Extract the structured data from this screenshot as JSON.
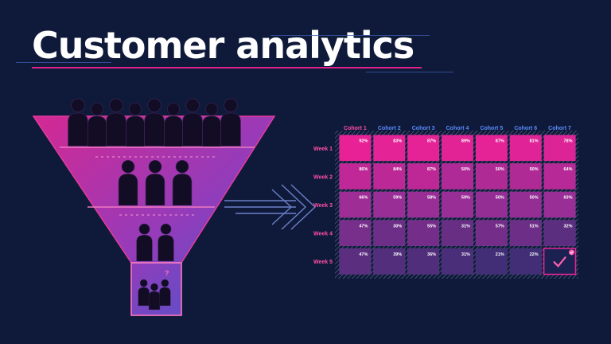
{
  "title": "Customer analytics",
  "colors": {
    "background": "#0f1a3a",
    "accent_pink": "#e8259a",
    "accent_blue": "#4f6ee0",
    "cohort_label": "#ff4fa6",
    "week_label": "#ff4fa6",
    "cohort_label_right": "#5c8cff"
  },
  "funnel": {
    "stages": [
      {
        "people_count": 9
      },
      {
        "people_count": 3
      },
      {
        "people_count": 2
      },
      {
        "people_count": 3,
        "badge": "?"
      }
    ]
  },
  "arrow_icon": "double-chevron-arrow-icon",
  "heatmap": {
    "cohorts": [
      "Cohort 1",
      "Cohort 2",
      "Cohort 3",
      "Cohort 4",
      "Cohort 5",
      "Cohort 6",
      "Cohort 7"
    ],
    "weeks": [
      "Week 1",
      "Week 2",
      "Week 3",
      "Week 4",
      "Week 5"
    ],
    "cells": [
      [
        "92%",
        "83%",
        "87%",
        "89%",
        "87%",
        "81%",
        "78%"
      ],
      [
        "86%",
        "84%",
        "87%",
        "50%",
        "50%",
        "50%",
        "64%"
      ],
      [
        "66%",
        "59%",
        "58%",
        "59%",
        "50%",
        "50%",
        "63%"
      ],
      [
        "47%",
        "30%",
        "55%",
        "31%",
        "57%",
        "51%",
        "32%"
      ],
      [
        "47%",
        "39%",
        "36%",
        "31%",
        "21%",
        "22%",
        ""
      ]
    ],
    "intensity": [
      [
        1.0,
        0.97,
        0.98,
        0.96,
        0.98,
        0.95,
        0.93
      ],
      [
        0.75,
        0.73,
        0.74,
        0.65,
        0.66,
        0.66,
        0.7
      ],
      [
        0.55,
        0.52,
        0.52,
        0.52,
        0.49,
        0.49,
        0.52
      ],
      [
        0.36,
        0.3,
        0.34,
        0.28,
        0.34,
        0.3,
        0.22
      ],
      [
        0.22,
        0.18,
        0.17,
        0.14,
        0.1,
        0.1,
        0.0
      ]
    ],
    "check_cell_icon": "checkmark-icon"
  }
}
